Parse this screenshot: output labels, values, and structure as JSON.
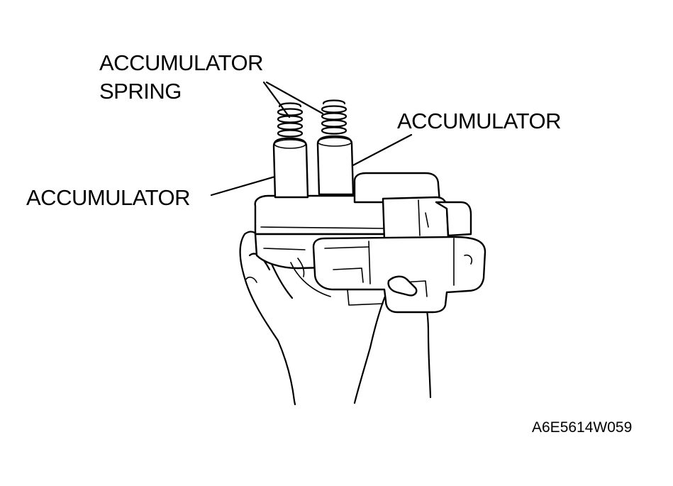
{
  "labels": {
    "spring_line1": "ACCUMULATOR",
    "spring_line2": "SPRING",
    "accumulator_right": "ACCUMULATOR",
    "accumulator_left": "ACCUMULATOR"
  },
  "figure_code": "A6E5614W059",
  "icons": {
    "illustration": "hands-holding-control-valve-body"
  }
}
